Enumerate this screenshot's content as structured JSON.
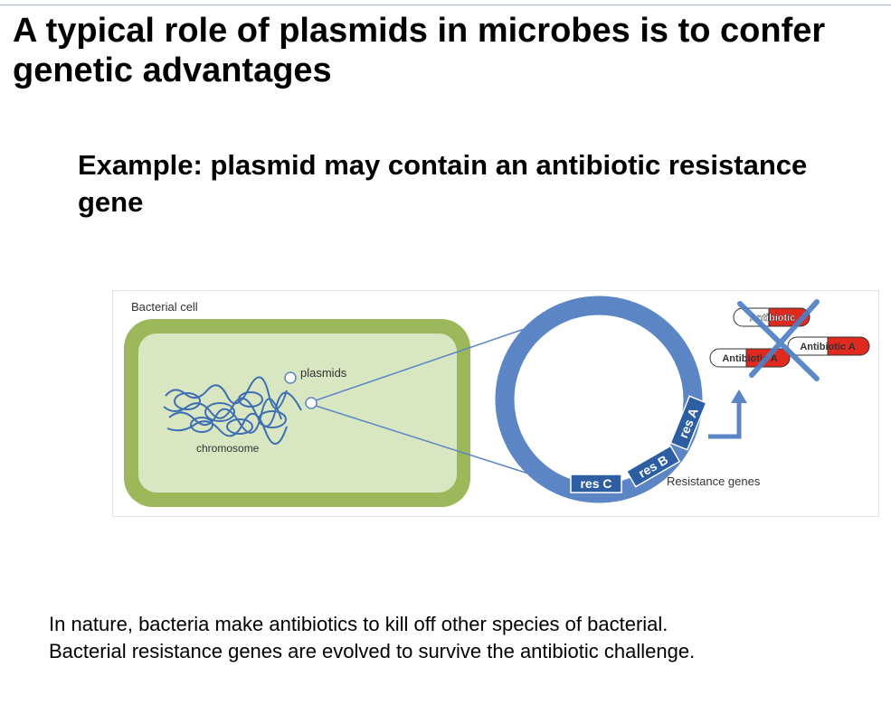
{
  "slide": {
    "title": "A typical role of plasmids in microbes is to confer genetic advantages",
    "subtitle": "Example:  plasmid may contain an antibiotic resistance gene",
    "caption_lines": [
      "In nature, bacteria make antibiotics to kill off other species of bacterial.",
      "Bacterial resistance genes are evolved to survive the antibiotic challenge."
    ]
  },
  "figure": {
    "cell_label": "Bacterial cell",
    "plasmids_label": "plasmids",
    "chromosome_label": "chromosome",
    "genes": [
      "res A",
      "res B",
      "res C"
    ],
    "resistance_label": "Resistance genes",
    "antibiotics": [
      "Antibiotic",
      "Antibiotic A",
      "Antibiotic A"
    ],
    "colors": {
      "cell_wall": "#9cb85a",
      "cytoplasm": "#d9e6c2",
      "plasmid": "#5b85c4",
      "gene_box": "#2d5da3",
      "antibiotic_red": "#e0291f",
      "cross": "#4f7fc4"
    }
  }
}
